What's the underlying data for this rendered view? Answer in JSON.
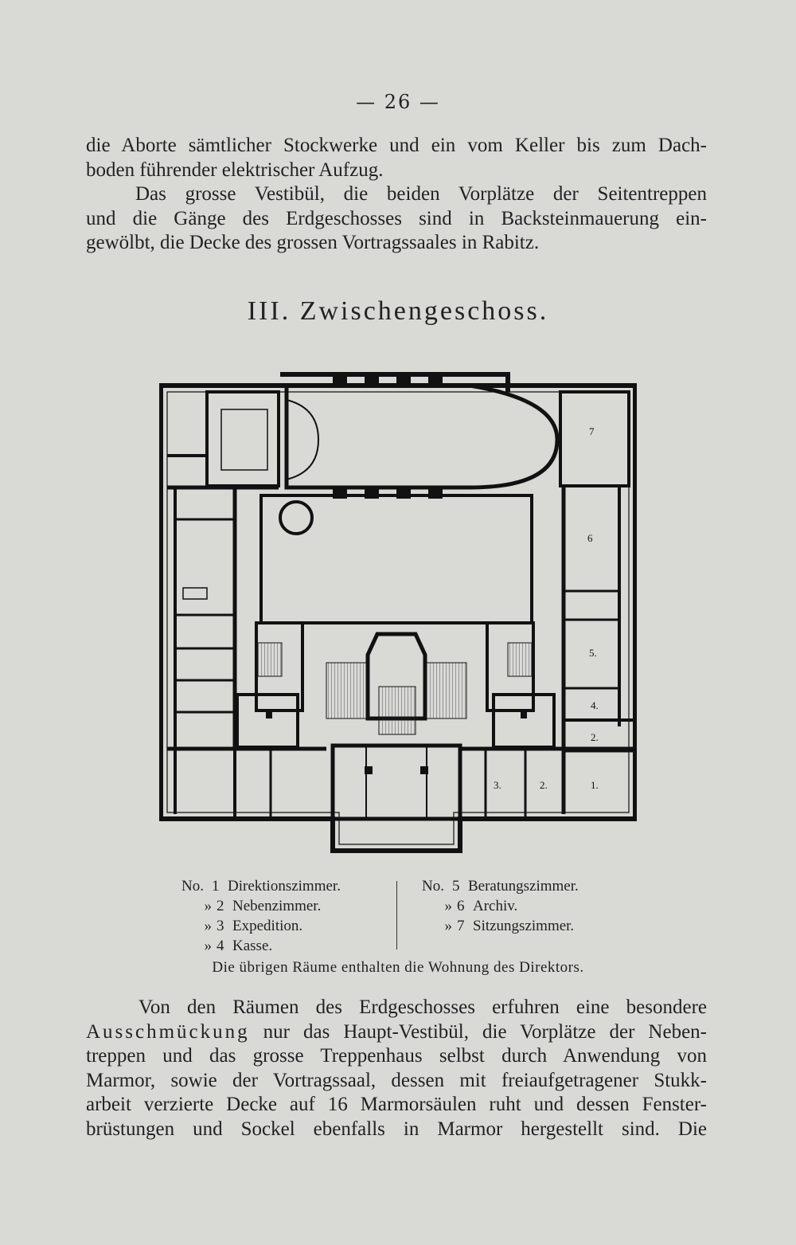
{
  "page_number": "— 26 —",
  "intro_lines": [
    "die Aborte sämtlicher Stockwerke und ein vom Keller bis zum Dach-",
    "boden führender elektrischer Aufzug."
  ],
  "para2_lines": [
    "Das grosse Vestibül, die beiden Vorplätze der Seitentreppen",
    "und die Gänge des Erdgeschosses sind in Backsteinmauerung ein-",
    "gewölbt, die Decke des grossen Vortragssaales in Rabitz."
  ],
  "section_title": "III. Zwischengeschoss.",
  "plan_labels": [
    "1.",
    "2.",
    "3.",
    "4.",
    "5.",
    "6",
    "7",
    "2."
  ],
  "legend": {
    "left": [
      {
        "prefix": "No.",
        "num": "1",
        "text": "Direktionszimmer."
      },
      {
        "prefix": "»",
        "num": "2",
        "text": "Nebenzimmer."
      },
      {
        "prefix": "»",
        "num": "3",
        "text": "Expedition."
      },
      {
        "prefix": "»",
        "num": "4",
        "text": "Kasse."
      }
    ],
    "right": [
      {
        "prefix": "No.",
        "num": "5",
        "text": "Beratungszimmer."
      },
      {
        "prefix": "»",
        "num": "6",
        "text": "Archiv."
      },
      {
        "prefix": "»",
        "num": "7",
        "text": "Sitzungszimmer."
      }
    ],
    "note": "Die übrigen Räume enthalten die Wohnung des Direktors."
  },
  "body": {
    "line1": "Von den Räumen des Erdgeschosses erfuhren eine besondere",
    "line2_spaced": "Ausschmückung",
    "line2_rest": " nur das Haupt-Vestibül, die Vorplätze der Neben-",
    "lines": [
      "treppen und das grosse Treppenhaus selbst durch Anwendung von",
      "Marmor, sowie der Vortragssaal, dessen mit freiaufgetragener Stukk-",
      "arbeit verzierte Decke auf 16 Marmorsäulen ruht und dessen Fenster-",
      "brüstungen und Sockel ebenfalls in Marmor hergestellt sind. Die"
    ]
  }
}
